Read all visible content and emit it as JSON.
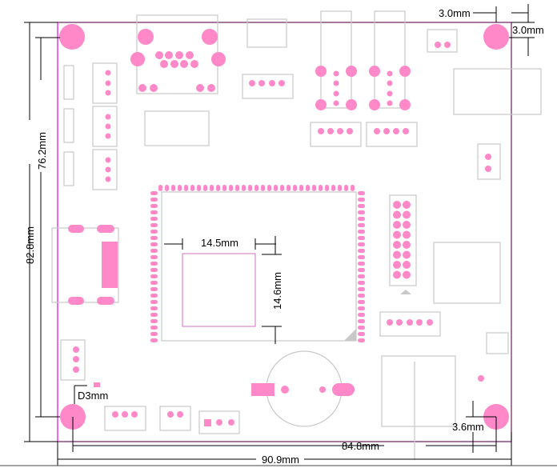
{
  "diagram": {
    "type": "PCB mechanical drawing",
    "colors": {
      "board_outline": "#6a1f5a",
      "pad": "#ff88c8",
      "silk": "#c8c8c8",
      "dim": "#000000",
      "edge": "#ff00ff"
    },
    "dimensions": {
      "top_hole_x": "3.0mm",
      "top_hole_y": "3.0mm",
      "board_height": "82.8mm",
      "hole_span_height": "76.2mm",
      "chip_width": "14.5mm",
      "chip_height": "14.6mm",
      "hole_diameter": "D3mm",
      "bottom_hole_y": "3.6mm",
      "hole_span_width": "84.8mm",
      "board_width": "90.9mm"
    }
  }
}
